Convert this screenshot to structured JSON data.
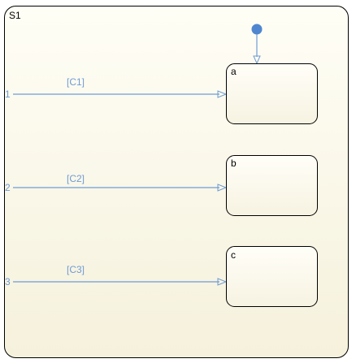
{
  "colors": {
    "superstate_fill_top": "#fffef6",
    "superstate_fill_bottom": "#f5f1dc",
    "state_fill_top": "#fffef8",
    "state_fill_bottom": "#f7f3e2",
    "border": "#000000",
    "transition": "#6f9bd4",
    "default_dot": "#4f86cf"
  },
  "chart": {
    "superstate": {
      "label": "S1"
    },
    "states": [
      {
        "id": "a",
        "label": "a"
      },
      {
        "id": "b",
        "label": "b"
      },
      {
        "id": "c",
        "label": "c"
      }
    ],
    "transitions": [
      {
        "port": "1",
        "guard": "[C1]",
        "target": "a"
      },
      {
        "port": "2",
        "guard": "[C2]",
        "target": "b"
      },
      {
        "port": "3",
        "guard": "[C3]",
        "target": "c"
      }
    ],
    "default_transition": {
      "target": "a"
    }
  }
}
